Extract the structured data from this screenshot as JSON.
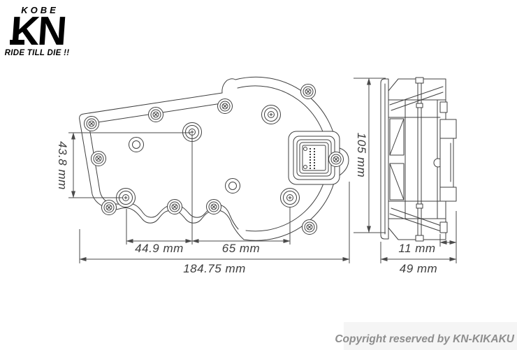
{
  "brand": {
    "city": "KOBE",
    "monogram": "KN",
    "tagline": "RIDE TILL DIE !!"
  },
  "dimensions": {
    "front_height": "43.8 mm",
    "bolt_spacing_left": "44.9 mm",
    "bolt_spacing_right": "65 mm",
    "overall_width": "184.75 mm",
    "overall_height": "105 mm",
    "connector_depth": "11 mm",
    "overall_depth": "49 mm"
  },
  "footer": {
    "copyright": "Copyright reserved by KN-KIKAKU"
  },
  "colors": {
    "outline": "#3f3f3f",
    "dimension_line": "#4a4a4a",
    "dimension_text": "#3d3d3d",
    "copyright_text": "#8d8d8d",
    "logo": "#000000",
    "background": "#ffffff",
    "copyright_panel": "#f5f5f5"
  }
}
